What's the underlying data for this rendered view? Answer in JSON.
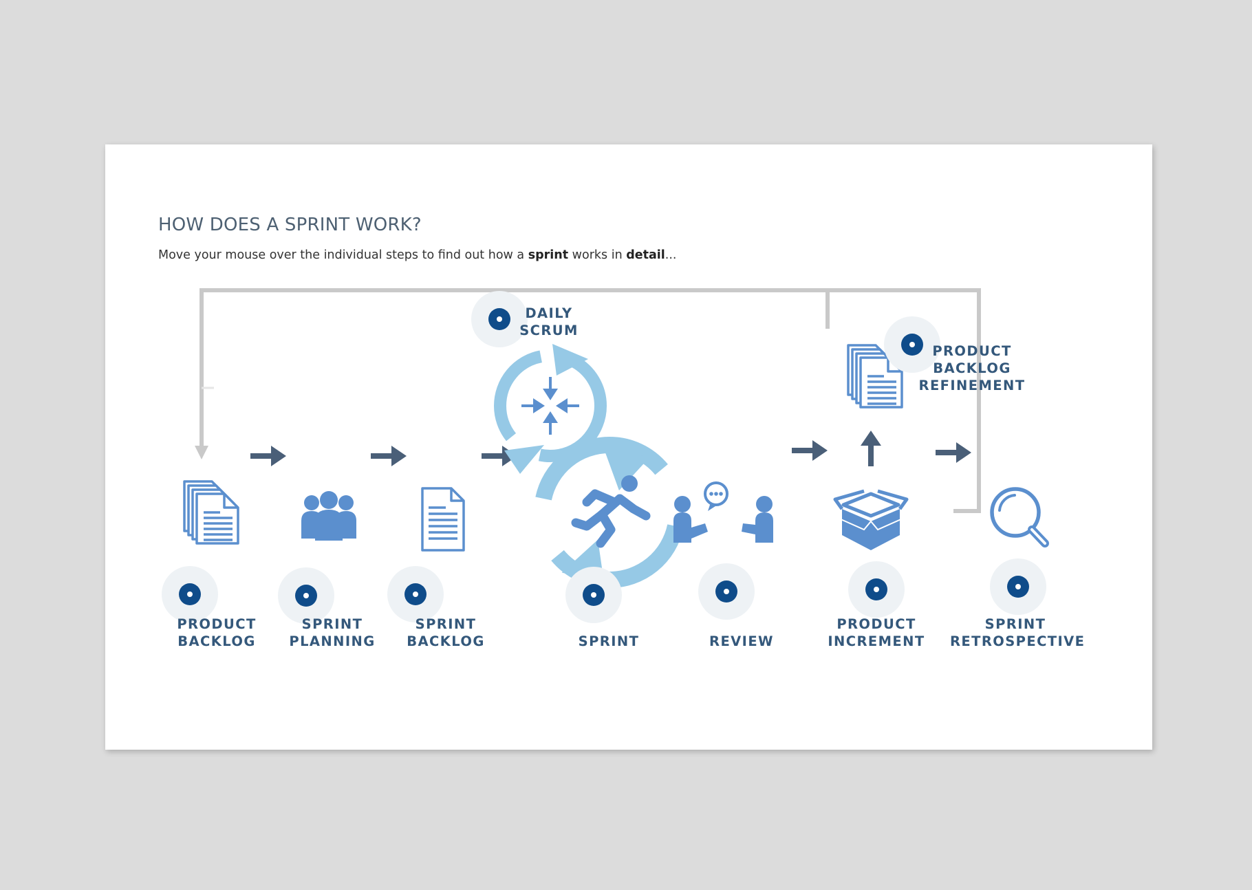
{
  "section": {
    "title": "HOW DOES A SPRINT WORK?",
    "subtitle_parts": {
      "pre": "Move your mouse over the individual steps to find out how a ",
      "bold1": "sprint",
      "mid": " works in ",
      "bold2": "detail",
      "post": "..."
    }
  },
  "steps": {
    "product_backlog": {
      "line1": "PRODUCT",
      "line2": "BACKLOG"
    },
    "sprint_planning": {
      "line1": "SPRINT",
      "line2": "PLANNING"
    },
    "sprint_backlog": {
      "line1": "SPRINT",
      "line2": "BACKLOG"
    },
    "sprint": {
      "line1": "SPRINT"
    },
    "review": {
      "line1": "REVIEW"
    },
    "product_increment": {
      "line1": "PRODUCT",
      "line2": "INCREMENT"
    },
    "sprint_retrospective": {
      "line1": "SPRINT",
      "line2": "RETROSPECTIVE"
    },
    "daily_scrum": {
      "line1": "DAILY",
      "line2": "SCRUM"
    },
    "product_backlog_refinement": {
      "line1": "PRODUCT",
      "line2": "BACKLOG",
      "line3": "REFINEMENT"
    }
  },
  "icons": {
    "product_backlog": "document-stack-icon",
    "sprint_planning": "team-icon",
    "sprint_backlog": "document-icon",
    "daily_scrum": "converge-arrows-icon",
    "sprint": "runner-icon",
    "review": "discussion-icon",
    "product_increment": "open-box-icon",
    "product_backlog_refinement": "document-stack-icon",
    "sprint_retrospective": "magnifier-icon",
    "hotspot": "info-hotspot-icon"
  },
  "colors": {
    "icon_blue": "#5b8fce",
    "cycle_light": "#96c9e6",
    "arrow_dark": "#4a5f78",
    "hotspot_dot": "#0f4c8a",
    "label": "#34587b",
    "loop_line": "#c9c9c9"
  }
}
